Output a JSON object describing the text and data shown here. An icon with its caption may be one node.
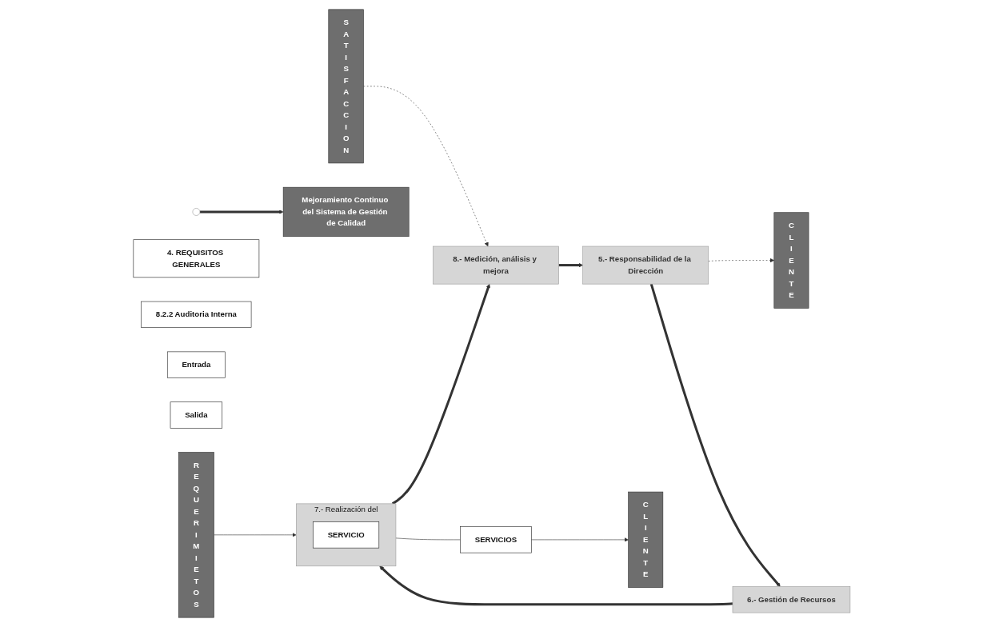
{
  "diagram": {
    "nodes": [
      {
        "text": [
          "Mejoramiento Continuo del Sistema de Gestión de Calidad"
        ]
      },
      {
        "text": [
          "CLIENTE"
        ]
      },
      {
        "text": [
          "REQUERIMIETOS"
        ]
      },
      {
        "text": [
          "4. REQUISITOS GENERALES"
        ]
      },
      {
        "text": [
          "5.- Responsabilidad de la Dirección"
        ]
      },
      {
        "text": [
          "6.- Gestión de Recursos"
        ]
      },
      {
        "text": [
          "8.- Medición, análisis y mejora"
        ]
      },
      {
        "text": [
          "8.2.2 Auditoria Interna"
        ]
      },
      {
        "text": [
          "7.- Realización del"
        ]
      },
      {
        "text": [
          "SERVICIO"
        ],
        "in": 8
      },
      {
        "text": [
          "Entrada"
        ]
      },
      {
        "text": [
          "SERVICIOS"
        ]
      },
      {
        "text": [
          "Salida"
        ]
      },
      {
        "text": [
          "SATISFACCION"
        ]
      },
      {
        "text": [
          "CLIENTE"
        ]
      }
    ],
    "edges": [
      {
        "from": 4,
        "to": 1,
        "arrow": "to",
        "style": "dashed"
      },
      {
        "from": 4,
        "to": 5,
        "arrow": "to",
        "style": "thick"
      },
      {
        "from": 5,
        "to": 8,
        "arrow": "to",
        "style": "thick"
      },
      {
        "from": 8,
        "to": 6,
        "arrow": "to",
        "style": "thick"
      },
      {
        "from": 6,
        "to": 4,
        "arrow": "to",
        "style": "thick"
      },
      {
        "from": 2,
        "to": 8,
        "arrow": "to"
      },
      {
        "from": 8,
        "to": 11,
        "arrow": "none"
      },
      {
        "from": 11,
        "to": 14,
        "arrow": "to"
      },
      {
        "from": 13,
        "to": 6,
        "arrow": "to",
        "style": "dashed"
      },
      {
        "from": null,
        "to": 0,
        "arrow": "to",
        "style": "thick"
      }
    ]
  }
}
